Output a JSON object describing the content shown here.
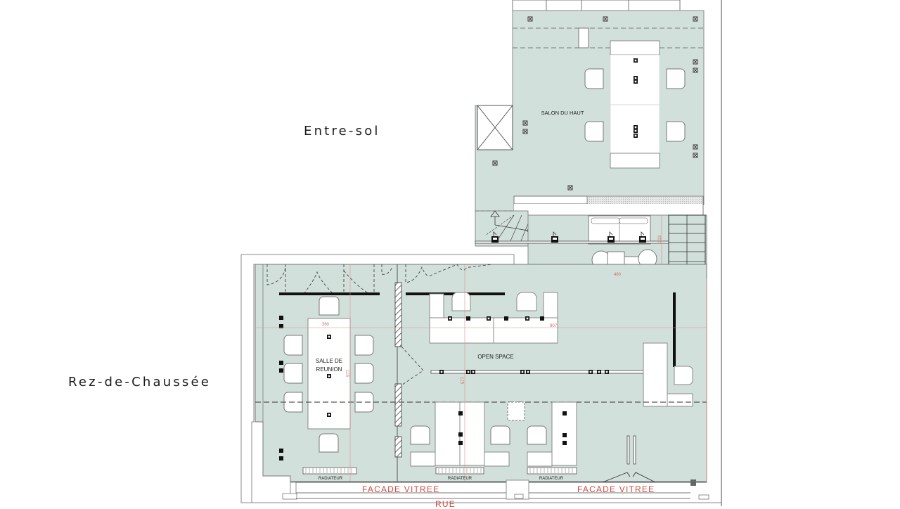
{
  "levels": {
    "mezzanine": {
      "label": "Entre-sol"
    },
    "ground_floor": {
      "label": "Rez-de-Chaussée"
    }
  },
  "rooms": {
    "salon_du_haut": "SALON DU HAUT",
    "salle_de_reunion_line1": "SALLE DE",
    "salle_de_reunion_line2": "REUNION",
    "open_space": "OPEN SPACE"
  },
  "fixtures": {
    "radiator_label": "RADIATEUR"
  },
  "facade": {
    "left": "FACADE VITREE",
    "right": "FACADE VITREE",
    "street": "RUE"
  },
  "dimensions": {
    "meeting_width": "360",
    "meeting_height": "577",
    "openspace_width": "807",
    "openspace_height": "577",
    "lounge_width": "460",
    "lounge_height": "213"
  },
  "colors": {
    "floor_fill": "#d2e0dc",
    "wall_line": "#6e6e6e",
    "dimension_line": "#d9928b",
    "facade_text": "#cf4a40"
  }
}
